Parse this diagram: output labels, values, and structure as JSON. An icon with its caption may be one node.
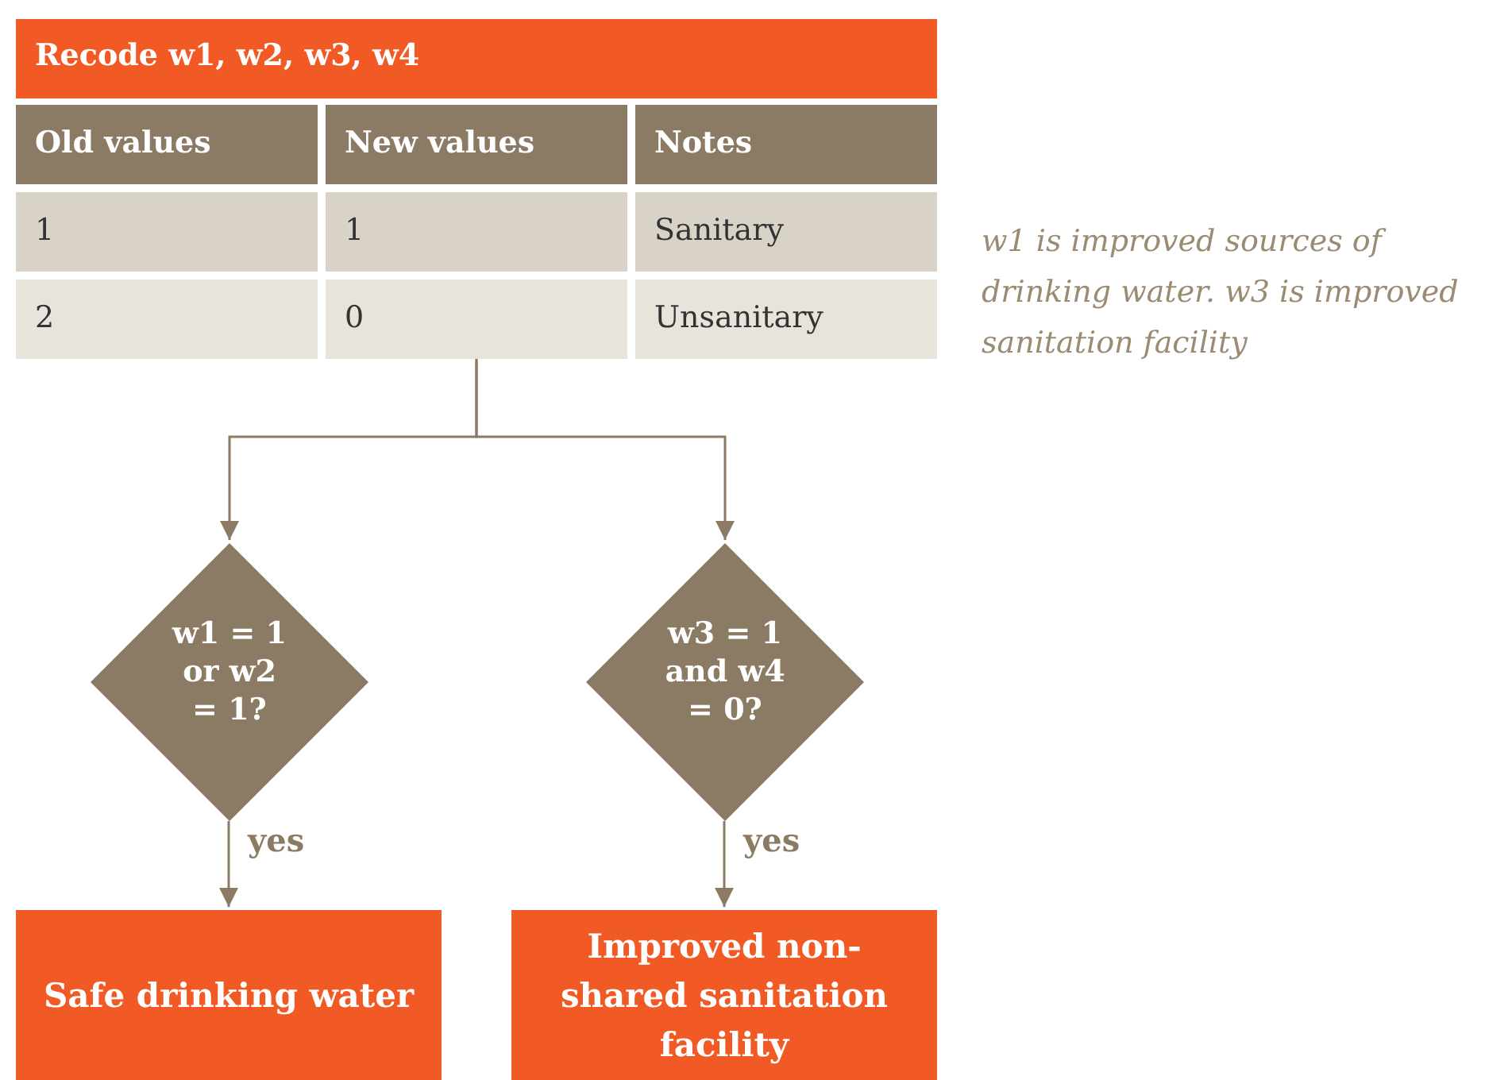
{
  "diagram": {
    "nodes": [
      {
        "text": [
          "Recode w1, w2, w3, w4"
        ]
      },
      {
        "text": [
          "w1 = 1 or w2 = 1?"
        ]
      },
      {
        "text": [
          "w3 = 1 and w4 = 0?"
        ]
      },
      {
        "text": [
          "Safe drinking water"
        ]
      },
      {
        "text": [
          "Improved non-shared sanitation facility"
        ]
      }
    ],
    "edges": [
      {
        "from": 0,
        "to": 1,
        "arrow": "to"
      },
      {
        "from": 0,
        "to": 2,
        "arrow": "to"
      },
      {
        "from": 1,
        "to": 3,
        "arrow": "to",
        "label": "yes"
      },
      {
        "from": 2,
        "to": 4,
        "arrow": "to",
        "label": "yes"
      }
    ],
    "labels": [
      "Old values",
      "New values",
      "Notes",
      "1",
      "1",
      "Sanitary",
      "2",
      "0",
      "Unsanitary",
      "w1 is improved sources of drinking water. w3 is improved sanitation facility"
    ]
  }
}
